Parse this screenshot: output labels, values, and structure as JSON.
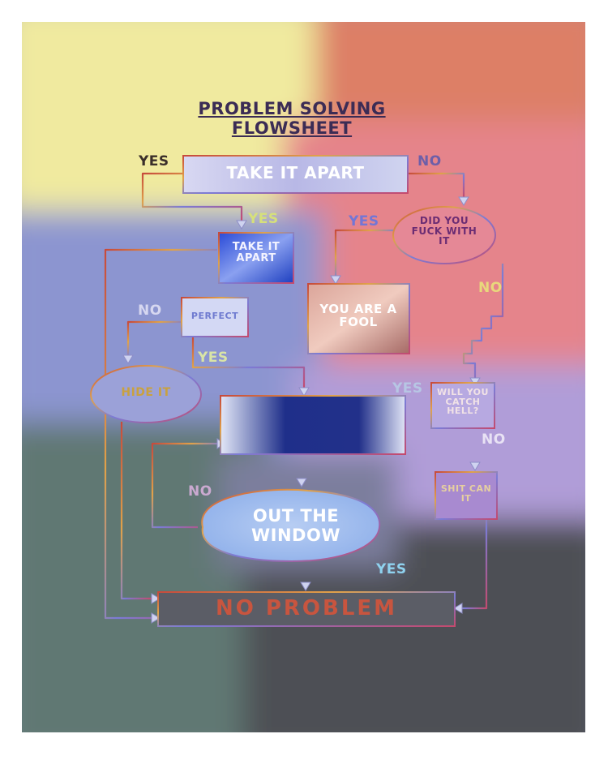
{
  "title": "PROBLEM SOLVING FLOWSHEET",
  "nodes": {
    "take_apart_1": "TAKE IT APART",
    "take_apart_2": "TAKE IT APART",
    "did_you": "DID YOU FUCK WITH IT",
    "fool": "YOU ARE A FOOL",
    "perfect": "PERFECT",
    "hide": "HIDE IT",
    "catch": "WILL YOU CATCH HELL?",
    "shitcan": "SHIT CAN IT",
    "window": "OUT THE WINDOW",
    "no_problem": "NO PROBLEM"
  },
  "edges": {
    "yes_top_left": "YES",
    "no_top_right": "NO",
    "yes_under_apart": "YES",
    "yes_to_fool": "YES",
    "no_did_you": "NO",
    "no_perfect": "NO",
    "yes_perfect": "YES",
    "yes_catch": "YES",
    "no_catch": "NO",
    "no_window": "NO",
    "yes_window": "YES"
  },
  "colors": {
    "yellow": "#f0ea9f",
    "salmon": "#dd7f66",
    "pink": "#e5848b",
    "periwinkle": "#8c95d0",
    "lavender": "#b09dd8",
    "slate": "#607873",
    "charcoal": "#4d4f55",
    "line_red": "#b94a43"
  }
}
